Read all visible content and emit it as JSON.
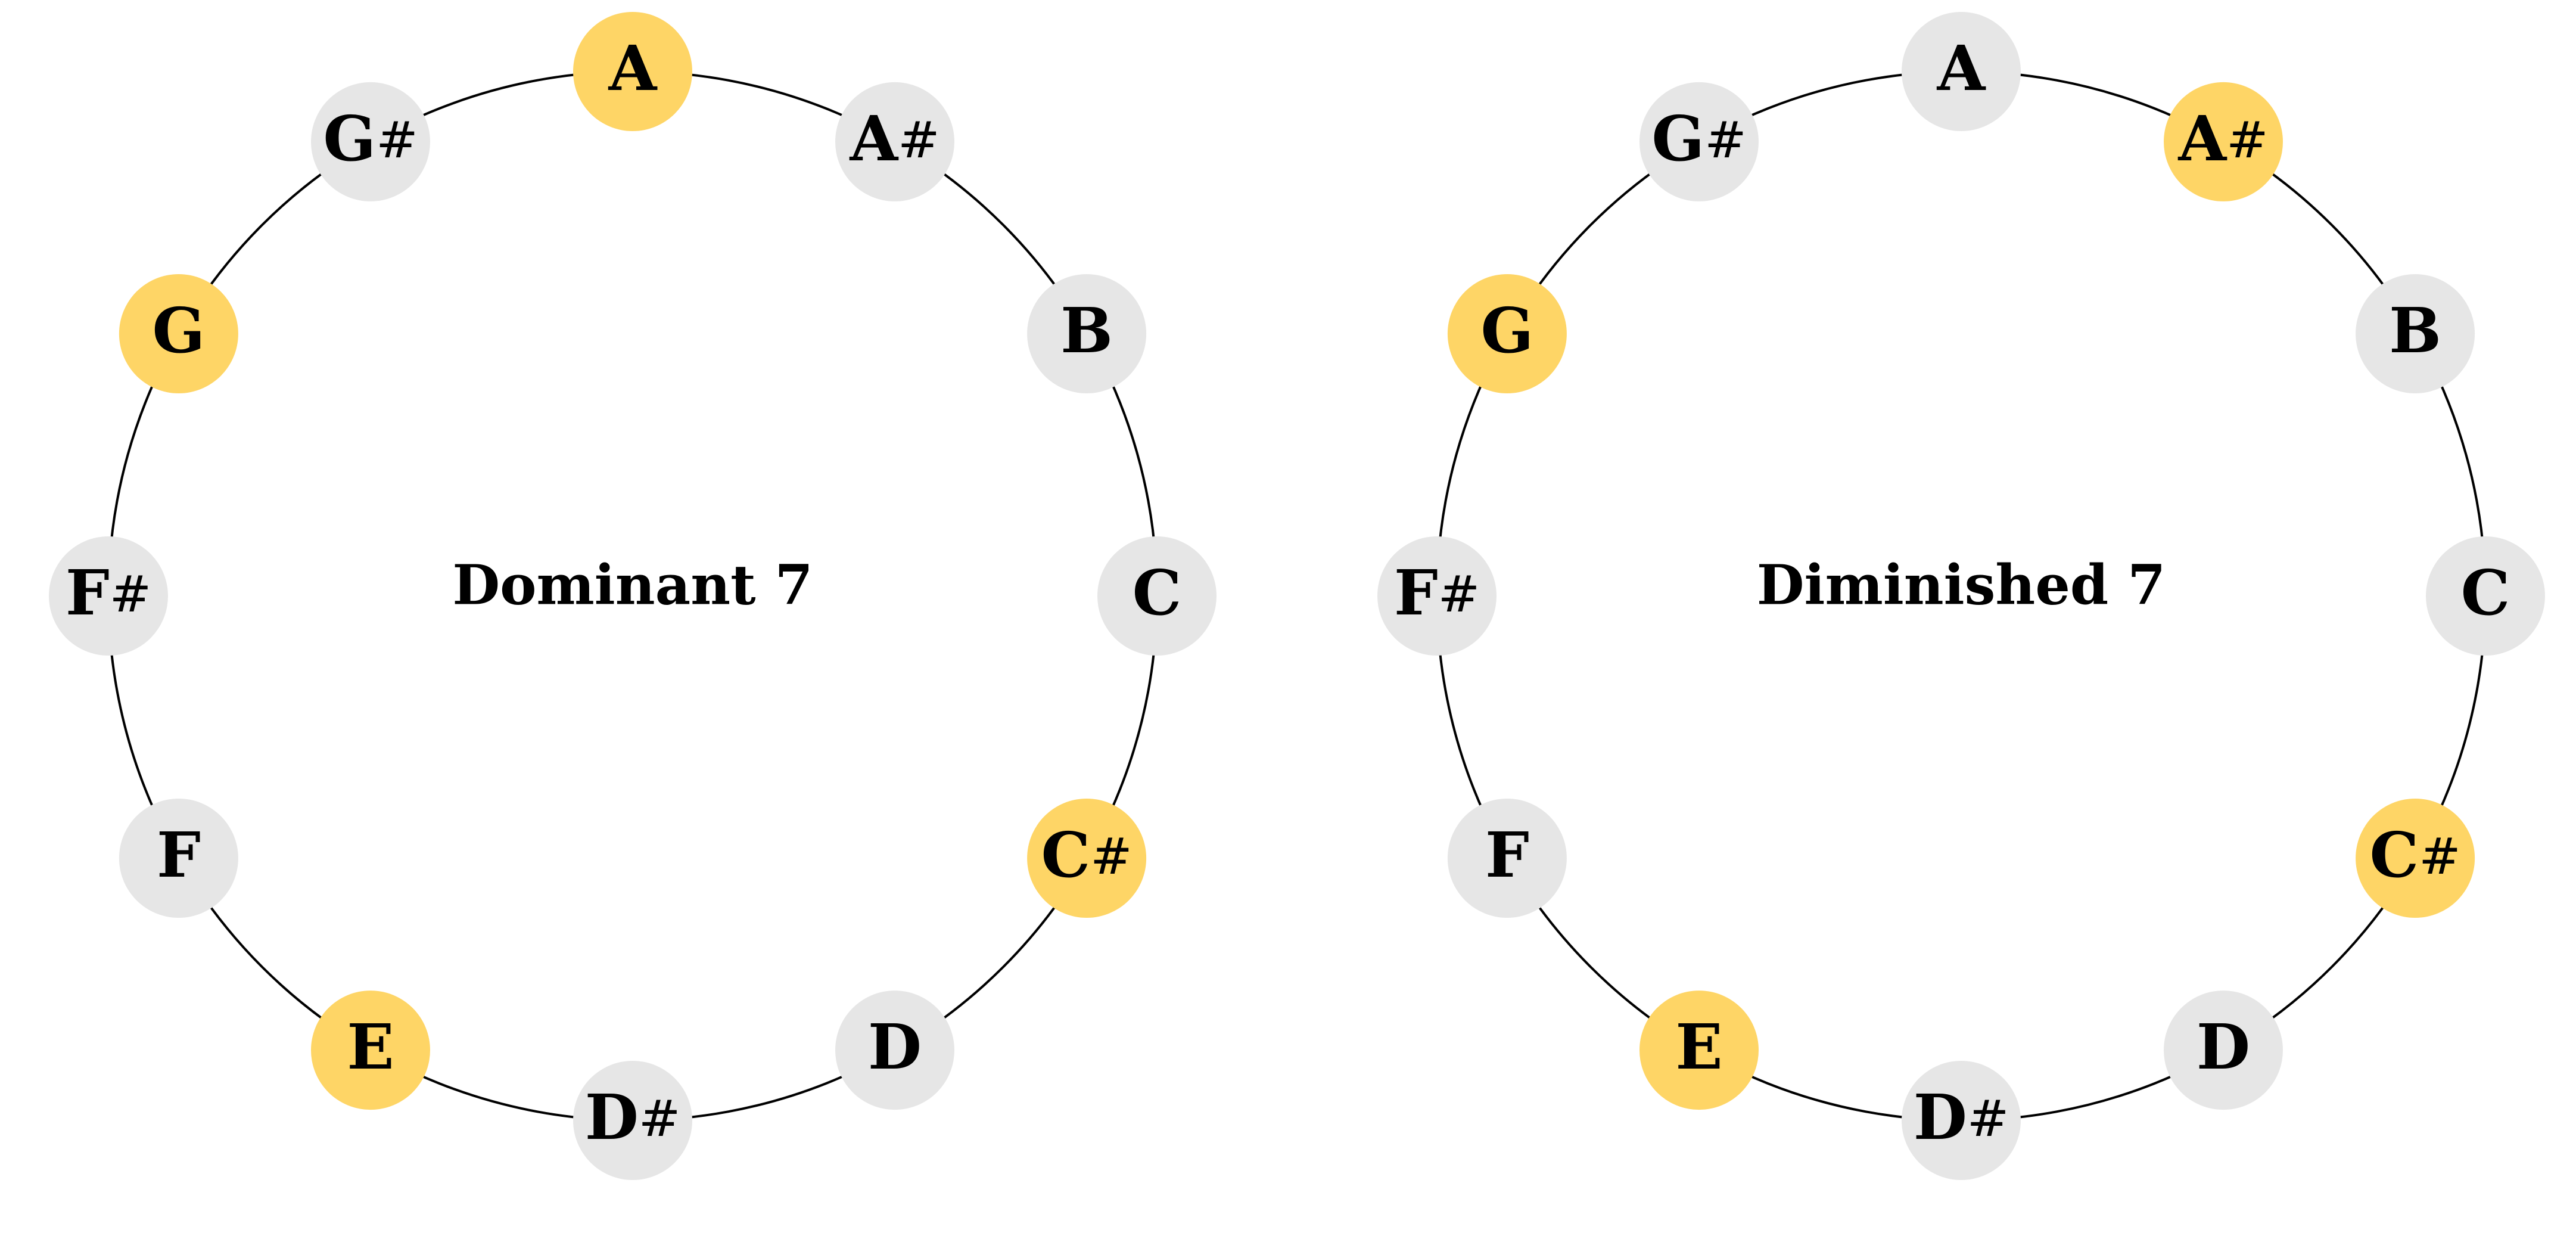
{
  "palette": {
    "highlight": "#fed566",
    "inactive": "#e6e6e6",
    "ring": "#000000",
    "text": "#000000",
    "background": "#ffffff"
  },
  "notes": [
    {
      "letter": "A",
      "accidental": ""
    },
    {
      "letter": "A",
      "accidental": "#"
    },
    {
      "letter": "B",
      "accidental": ""
    },
    {
      "letter": "C",
      "accidental": ""
    },
    {
      "letter": "C",
      "accidental": "#"
    },
    {
      "letter": "D",
      "accidental": ""
    },
    {
      "letter": "D",
      "accidental": "#"
    },
    {
      "letter": "E",
      "accidental": ""
    },
    {
      "letter": "F",
      "accidental": ""
    },
    {
      "letter": "F",
      "accidental": "#"
    },
    {
      "letter": "G",
      "accidental": ""
    },
    {
      "letter": "G",
      "accidental": "#"
    }
  ],
  "diagrams": [
    {
      "title": "Dominant 7",
      "highlighted": [
        true,
        false,
        false,
        false,
        true,
        false,
        false,
        true,
        false,
        false,
        true,
        false
      ]
    },
    {
      "title": "Diminished 7",
      "highlighted": [
        false,
        true,
        false,
        false,
        true,
        false,
        false,
        true,
        false,
        false,
        true,
        false
      ]
    }
  ]
}
